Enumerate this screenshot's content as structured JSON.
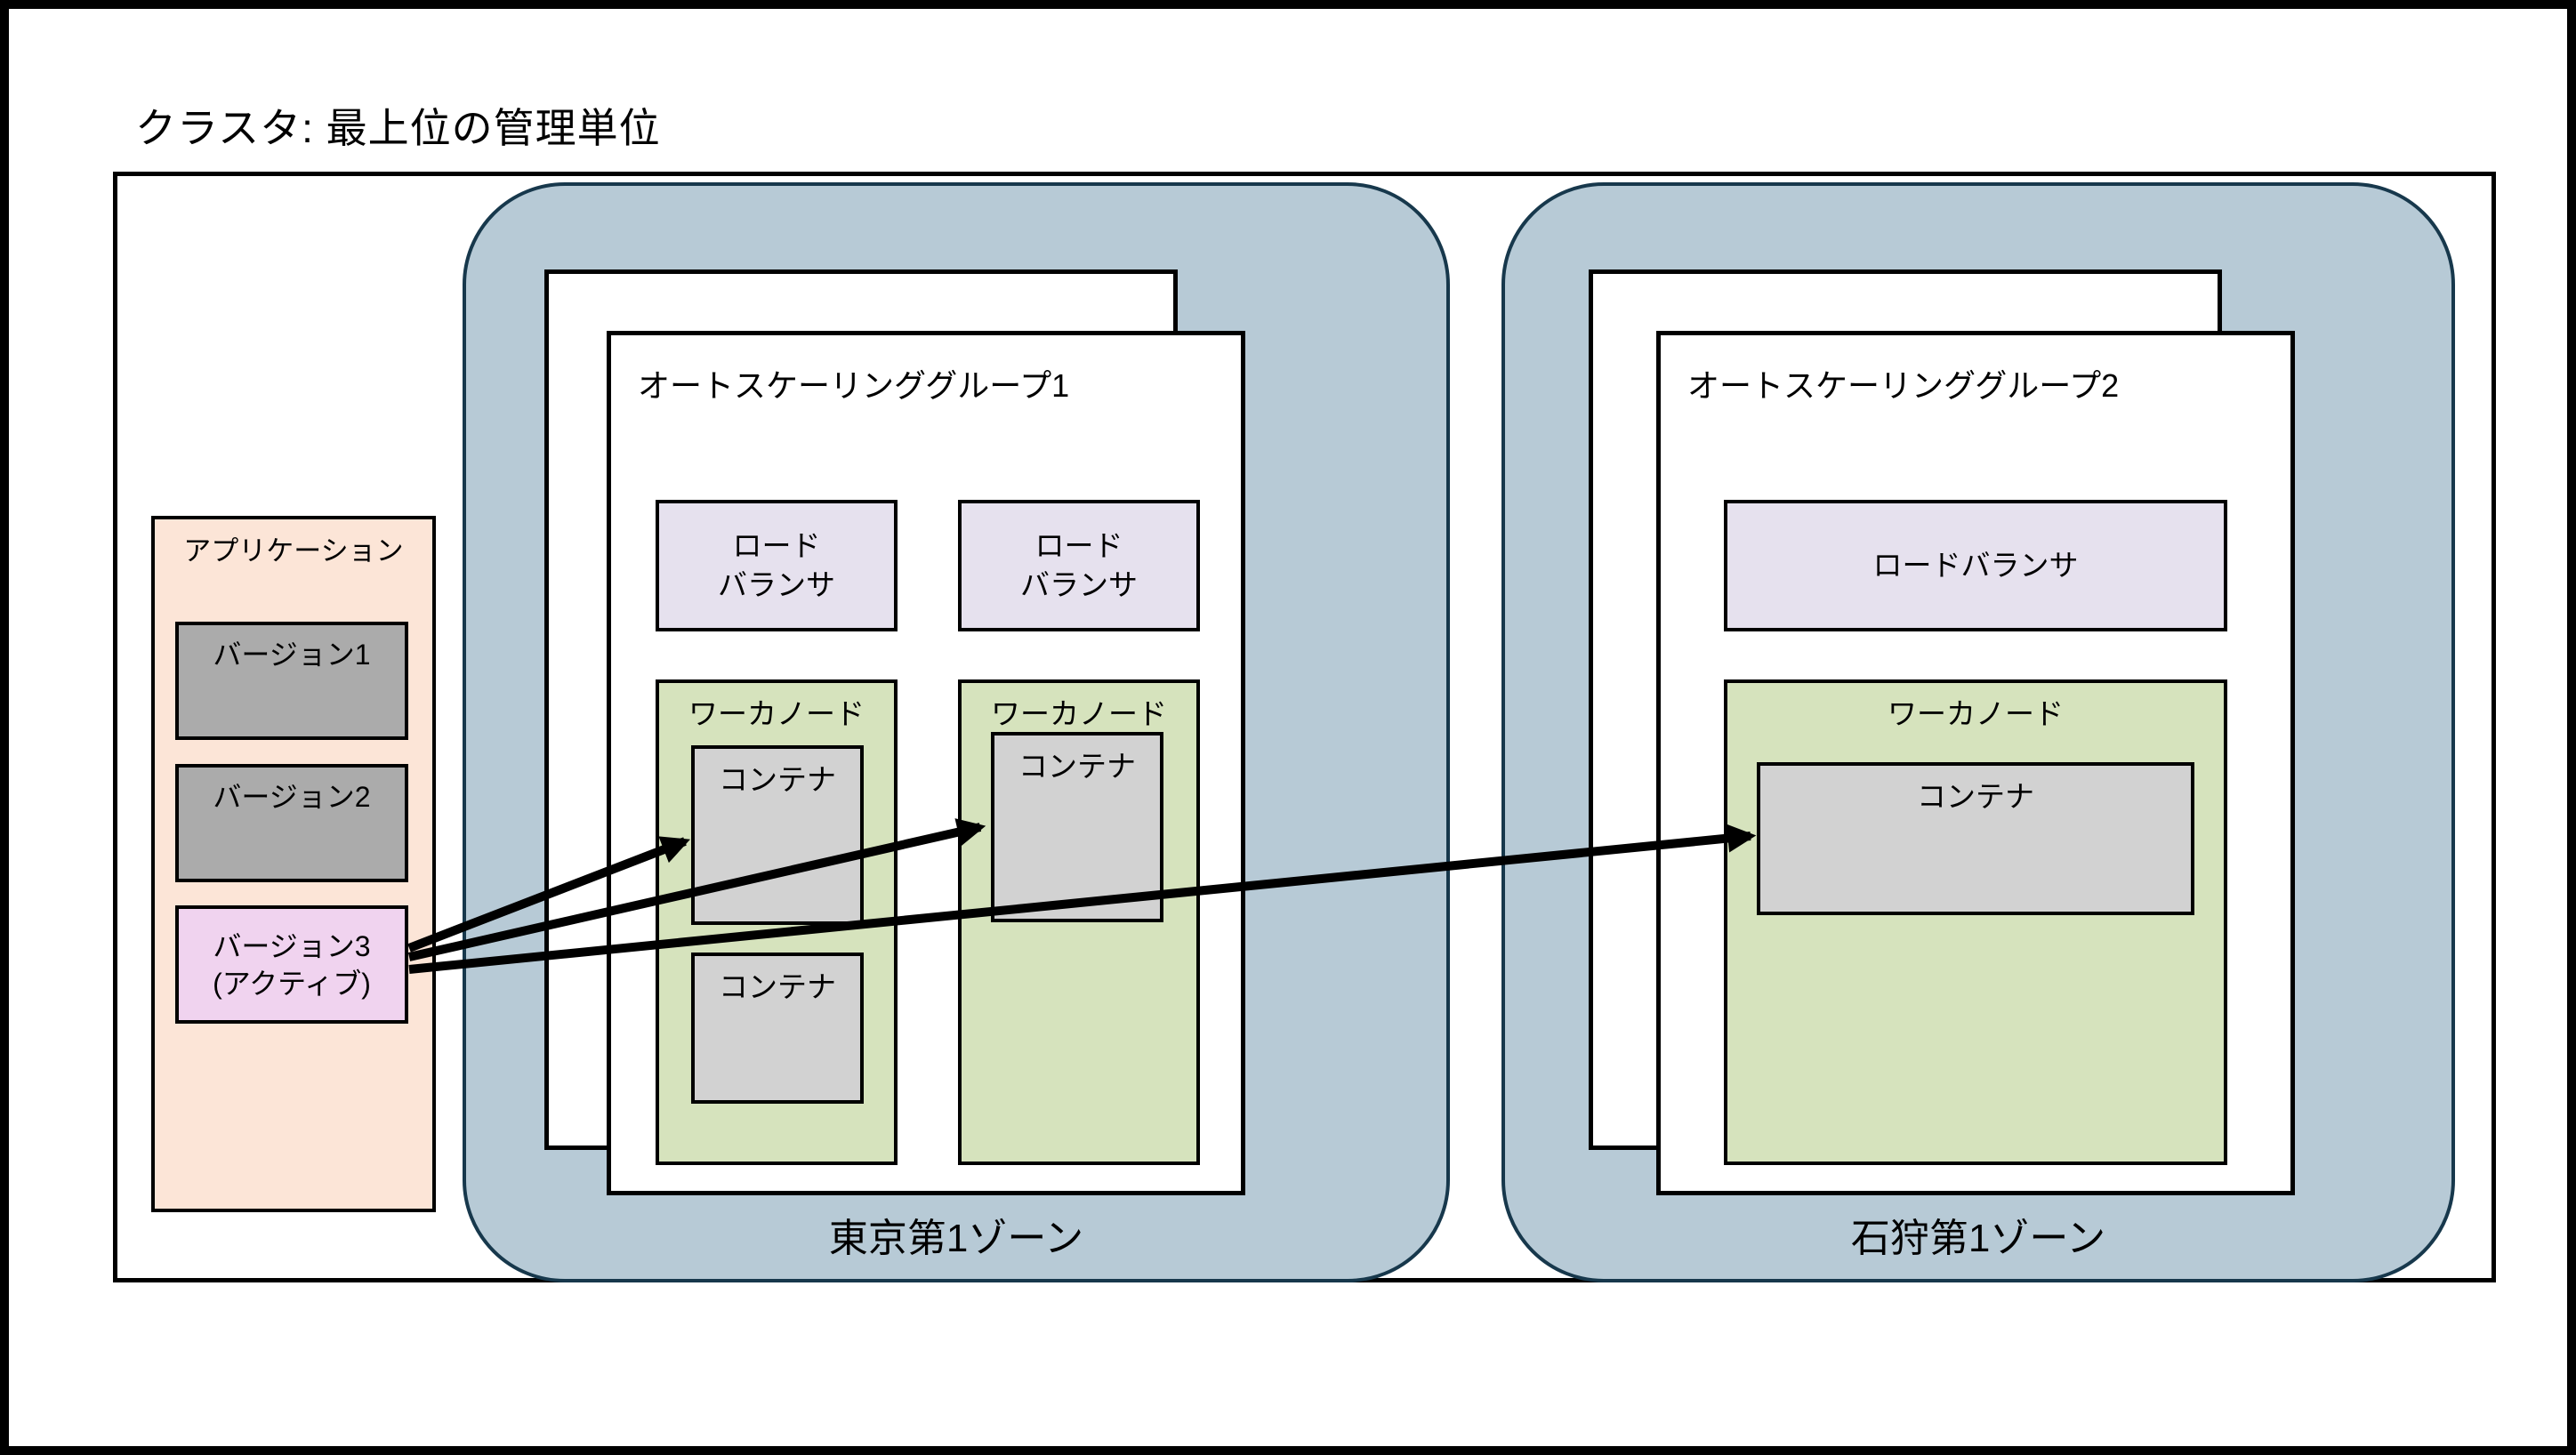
{
  "title": "クラスタ: 最上位の管理単位",
  "colors": {
    "zone-fill": "#b7cad6",
    "zone-border": "#17384c",
    "app-fill": "#fce5d7",
    "version-fill": "#ababab",
    "active-version-fill": "#f0d3ef",
    "lb-fill": "#e6e1ee",
    "worker-fill": "#d6e3bd",
    "container-fill": "#d2d2d2",
    "arrow": "#000000"
  },
  "application": {
    "label": "アプリケーション",
    "versions": [
      {
        "label": "バージョン1",
        "sublabel": ""
      },
      {
        "label": "バージョン2",
        "sublabel": ""
      },
      {
        "label": "バージョン3",
        "sublabel": "(アクティブ)"
      }
    ]
  },
  "zones": [
    {
      "name": "東京第1ゾーン",
      "asg": {
        "label": "オートスケーリンググループ1",
        "load_balancers": [
          {
            "lines": [
              "ロード",
              "バランサ"
            ]
          },
          {
            "lines": [
              "ロード",
              "バランサ"
            ]
          }
        ],
        "worker_nodes": [
          {
            "label": "ワーカノード",
            "containers": [
              {
                "label": "コンテナ"
              },
              {
                "label": "コンテナ"
              }
            ]
          },
          {
            "label": "ワーカノード",
            "containers": [
              {
                "label": "コンテナ"
              }
            ]
          }
        ]
      }
    },
    {
      "name": "石狩第1ゾーン",
      "asg": {
        "label": "オートスケーリンググループ2",
        "load_balancers": [
          {
            "lines": [
              "ロードバランサ"
            ]
          }
        ],
        "worker_nodes": [
          {
            "label": "ワーカノード",
            "containers": [
              {
                "label": "コンテナ"
              }
            ]
          }
        ]
      }
    }
  ]
}
